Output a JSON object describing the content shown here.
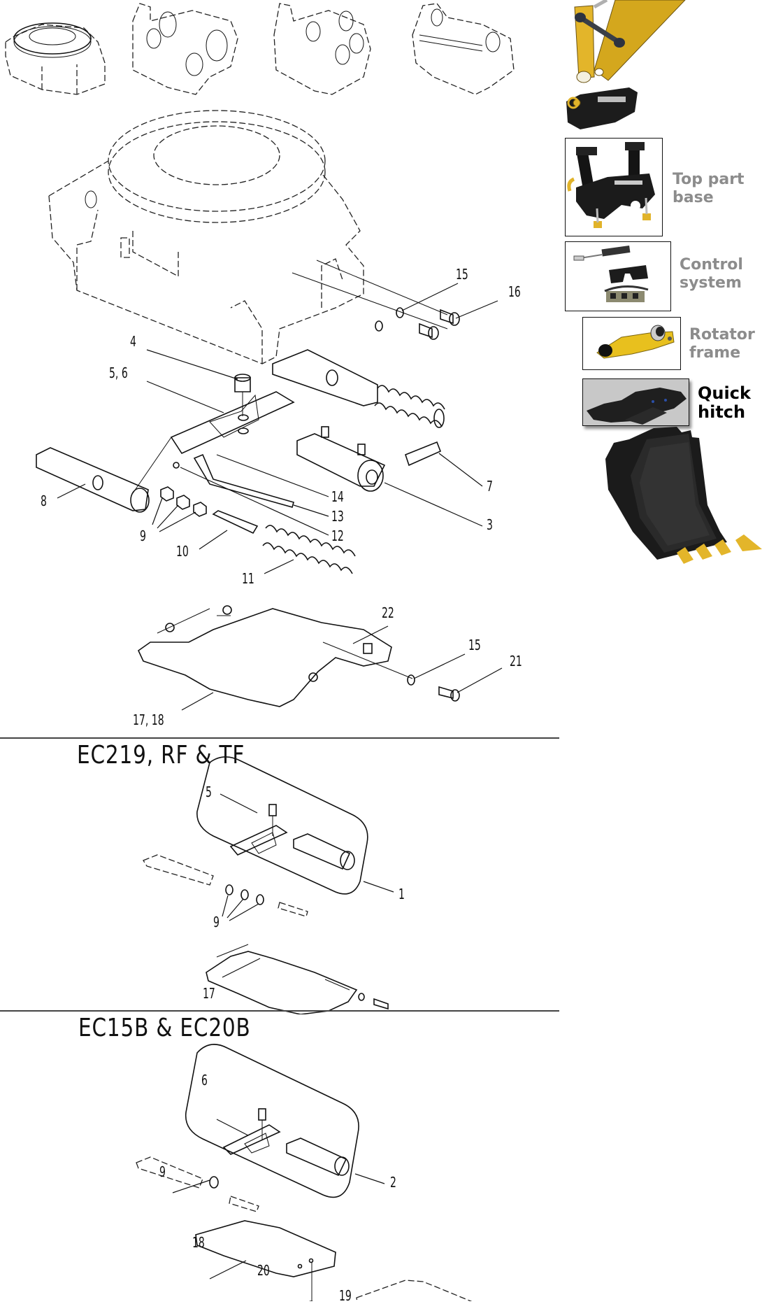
{
  "diagram": {
    "main_callouts": [
      {
        "id": "c15a",
        "text": "15"
      },
      {
        "id": "c16",
        "text": "16"
      },
      {
        "id": "c4",
        "text": "4"
      },
      {
        "id": "c56",
        "text": "5, 6"
      },
      {
        "id": "c8",
        "text": "8"
      },
      {
        "id": "c7",
        "text": "7"
      },
      {
        "id": "c14",
        "text": "14"
      },
      {
        "id": "c13",
        "text": "13"
      },
      {
        "id": "c12",
        "text": "12"
      },
      {
        "id": "c3",
        "text": "3"
      },
      {
        "id": "c9",
        "text": "9"
      },
      {
        "id": "c10",
        "text": "10"
      },
      {
        "id": "c11",
        "text": "11"
      },
      {
        "id": "c22",
        "text": "22"
      },
      {
        "id": "c15b",
        "text": "15"
      },
      {
        "id": "c21",
        "text": "21"
      },
      {
        "id": "c1718",
        "text": "17, 18"
      }
    ],
    "sections": [
      {
        "title": "EC219, RF & TF",
        "callouts": [
          {
            "id": "s1c5",
            "text": "5"
          },
          {
            "id": "s1c1",
            "text": "1"
          },
          {
            "id": "s1c9",
            "text": "9"
          },
          {
            "id": "s1c17",
            "text": "17"
          }
        ]
      },
      {
        "title": "EC15B & EC20B",
        "callouts": [
          {
            "id": "s2c6",
            "text": "6"
          },
          {
            "id": "s2c2",
            "text": "2"
          },
          {
            "id": "s2c9",
            "text": "9"
          },
          {
            "id": "s2c18",
            "text": "18"
          },
          {
            "id": "s2c20",
            "text": "20"
          },
          {
            "id": "s2c19",
            "text": "19"
          }
        ]
      }
    ]
  },
  "navigator": {
    "items": [
      {
        "label_line1": "Top part",
        "label_line2": "base",
        "active": false
      },
      {
        "label_line1": "Control",
        "label_line2": "system",
        "active": false
      },
      {
        "label_line1": "Rotator",
        "label_line2": "frame",
        "active": false
      },
      {
        "label_line1": "Quick",
        "label_line2": "hitch",
        "active": true
      }
    ]
  },
  "colors": {
    "line": "#111111",
    "separator": "#444444",
    "inactive_caption": "#8c8c8c",
    "active_caption": "#000000",
    "active_thumb_bg": "#c8c8c8",
    "machine_yellow": "#e8b820",
    "machine_black": "#1e1e1e"
  }
}
